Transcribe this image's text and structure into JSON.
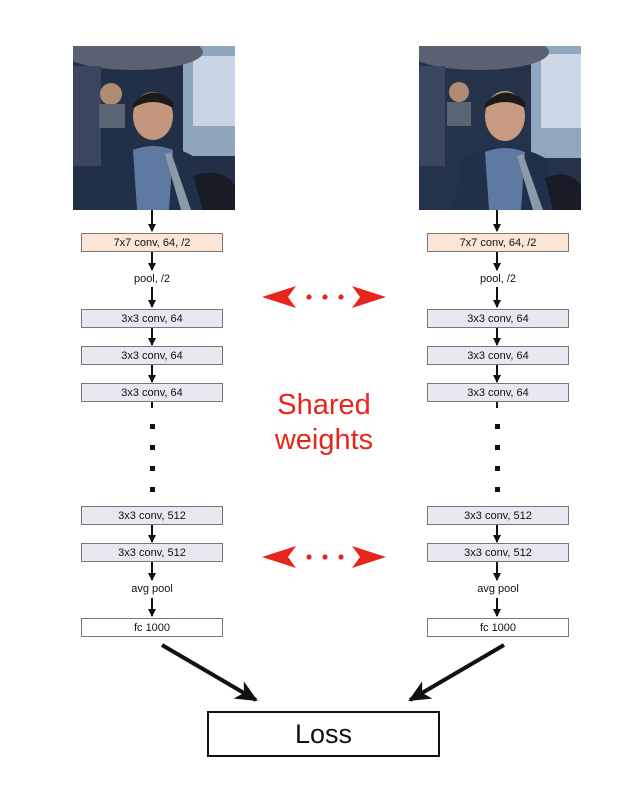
{
  "columns": [
    {
      "id": "left",
      "layers": {
        "conv7": "7x7 conv, 64, /2",
        "pool": "pool, /2",
        "conv64": [
          "3x3 conv, 64",
          "3x3 conv, 64",
          "3x3 conv, 64"
        ],
        "conv512": [
          "3x3 conv, 512",
          "3x3 conv, 512"
        ],
        "avgpool": "avg pool",
        "fc": "fc 1000"
      }
    },
    {
      "id": "right",
      "layers": {
        "conv7": "7x7 conv, 64, /2",
        "pool": "pool, /2",
        "conv64": [
          "3x3 conv, 64",
          "3x3 conv, 64",
          "3x3 conv, 64"
        ],
        "conv512": [
          "3x3 conv, 512",
          "3x3 conv, 512"
        ],
        "avgpool": "avg pool",
        "fc": "fc 1000"
      }
    }
  ],
  "shared": {
    "line1": "Shared",
    "line2": "weights"
  },
  "loss": "Loss",
  "colors": {
    "accent": "#e8251a",
    "first_layer_fill": "#fbe5d6",
    "conv_layer_fill": "#e8e8f0",
    "border": "#777777"
  }
}
